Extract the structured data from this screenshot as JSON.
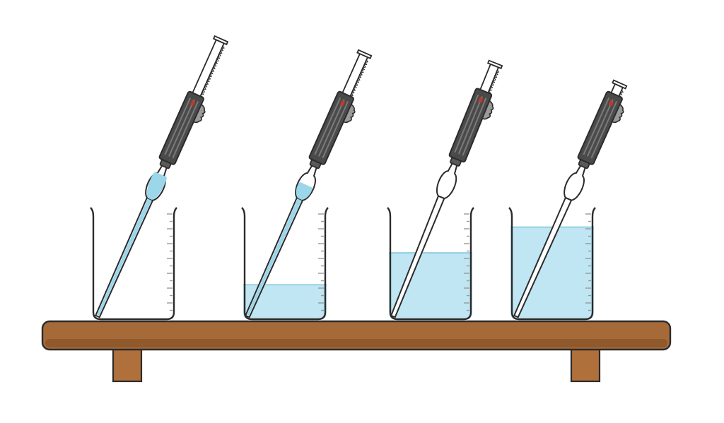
{
  "colors": {
    "background": "#ffffff",
    "liquid": "#bfe6f2",
    "liquid_edge": "#7cc4dd",
    "pipette_liquid": "#9bd6ea",
    "filler_body": "#4a4a4a",
    "filler_stripe": "#7a7a7a",
    "filler_indicator": "#c0392b",
    "shelf_top": "#a66a38",
    "shelf_shade": "#7d4b22",
    "leg": "#b0703c",
    "outline": "#2b2b2b",
    "glass": "#ffffff",
    "scale_marks": "#9a9a9a"
  },
  "icons": {
    "beaker": "beaker-icon",
    "pipette": "pipette-icon",
    "pipette_filler": "pipette-filler-icon",
    "shelf": "shelf-icon"
  },
  "stations": [
    {
      "beaker_fill_level": 0.0,
      "pipette_fill_level": 1.0,
      "plunger_extension": 1.0
    },
    {
      "beaker_fill_level": 0.32,
      "pipette_fill_level": 0.55,
      "plunger_extension": 0.7
    },
    {
      "beaker_fill_level": 0.63,
      "pipette_fill_level": 0.0,
      "plunger_extension": 0.4
    },
    {
      "beaker_fill_level": 0.88,
      "pipette_fill_level": 0.0,
      "plunger_extension": 0.05
    }
  ]
}
